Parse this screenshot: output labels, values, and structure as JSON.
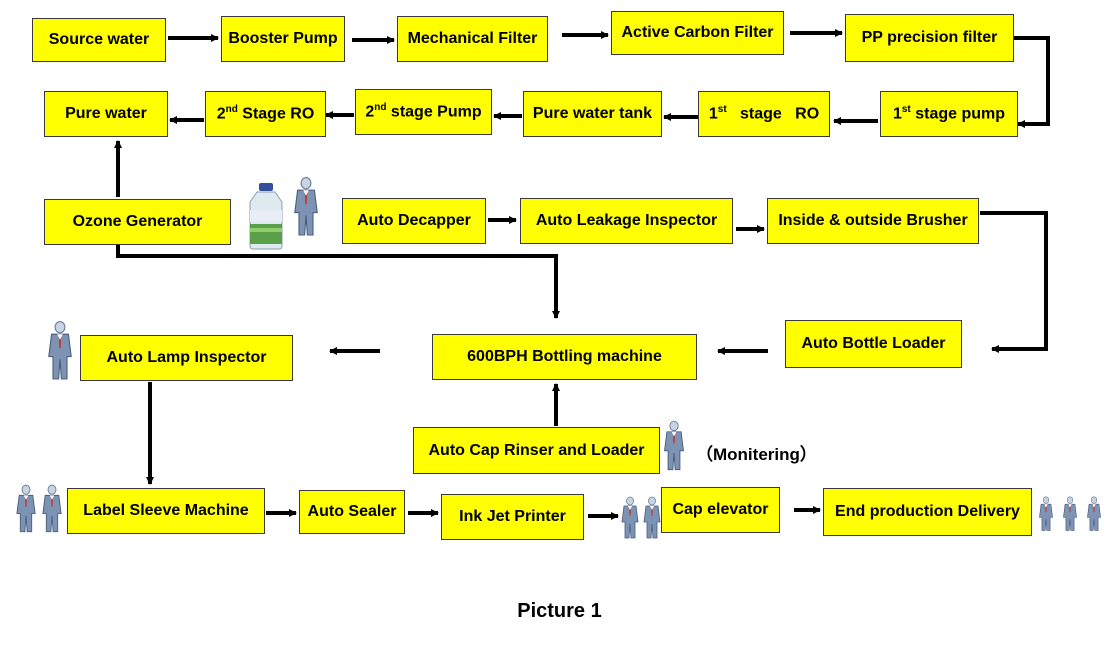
{
  "nodes": {
    "source_water": "Source water",
    "booster_pump": "Booster Pump",
    "mechanical_filter": "Mechanical Filter",
    "active_carbon_filter": "Active Carbon Filter",
    "pp_precision_filter": "PP precision filter",
    "first_stage_pump": {
      "num": "1",
      "sup": "st",
      "rest": " stage pump"
    },
    "first_stage_ro": {
      "num": "1",
      "sup": "st",
      "rest": "   stage   RO"
    },
    "pure_water_tank": "Pure water tank",
    "second_stage_pump": {
      "num": "2",
      "sup": "nd",
      "rest": " stage Pump"
    },
    "second_stage_ro": {
      "num": "2",
      "sup": "nd",
      "rest": " Stage RO"
    },
    "pure_water": "Pure water",
    "ozone_generator": "Ozone Generator",
    "auto_decapper": "Auto Decapper",
    "auto_leakage_inspector": "Auto Leakage Inspector",
    "inside_outside_brusher": "Inside & outside Brusher",
    "auto_bottle_loader": "Auto Bottle Loader",
    "bottling_machine": "600BPH Bottling machine",
    "auto_lamp_inspector": "Auto Lamp Inspector",
    "auto_cap_rinser": "Auto Cap Rinser and Loader",
    "label_sleeve_machine": "Label Sleeve Machine",
    "auto_sealer": "Auto Sealer",
    "ink_jet_printer": "Ink Jet Printer",
    "cap_elevator": "Cap elevator",
    "end_production_delivery": "End production Delivery"
  },
  "monitoring_note": "（Monitering）",
  "caption": "Picture 1",
  "colors": {
    "box_fill": "#ffff00",
    "box_border": "#3a3a3a",
    "arrow": "#000000",
    "worker_suit": "#7c93b3",
    "bottle": "#5aa04a"
  },
  "icons": {
    "worker": "worker-figure-icon",
    "water_bottle": "water-bottle-icon"
  }
}
